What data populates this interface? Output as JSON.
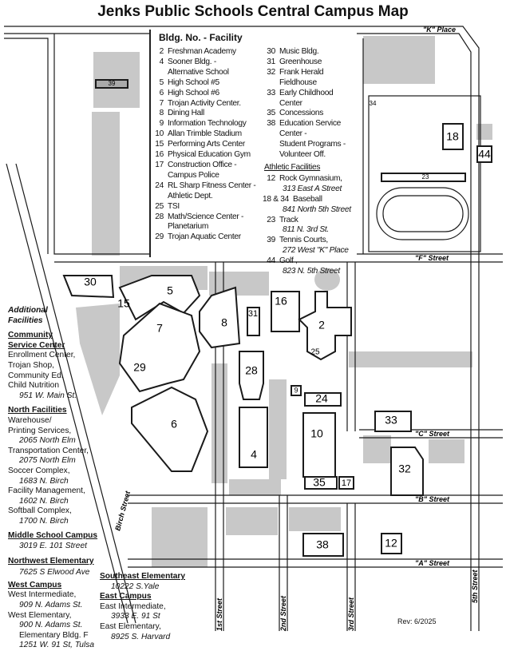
{
  "title": "Jenks Public Schools Central Campus Map",
  "legend": {
    "heading": "Bldg. No. - Facility",
    "left": [
      {
        "n": "2",
        "t": "Freshman Academy"
      },
      {
        "n": "4",
        "t": "Sooner Bldg. -",
        "t2": "Alternative School"
      },
      {
        "n": "5",
        "t": "High School #5"
      },
      {
        "n": "6",
        "t": "High School #6"
      },
      {
        "n": "7",
        "t": "Trojan Activity Center."
      },
      {
        "n": "8",
        "t": "Dining Hall"
      },
      {
        "n": "9",
        "t": "Information Technology"
      },
      {
        "n": "10",
        "t": "Allan Trimble Stadium"
      },
      {
        "n": "15",
        "t": "Performing Arts Center"
      },
      {
        "n": "16",
        "t": "Physical Education Gym"
      },
      {
        "n": "17",
        "t": "Construction Office -",
        "t2": "Campus Police"
      },
      {
        "n": "24",
        "t": "RL Sharp Fitness Center -",
        "t2": "Athletic Dept."
      },
      {
        "n": "25",
        "t": "TSI"
      },
      {
        "n": "28",
        "t": "Math/Science Center -",
        "t2": "Planetarium"
      },
      {
        "n": "29",
        "t": "Trojan Aquatic Center"
      }
    ],
    "right": [
      {
        "n": "30",
        "t": "Music Bldg."
      },
      {
        "n": "31",
        "t": "Greenhouse"
      },
      {
        "n": "32",
        "t": "Frank Herald Fieldhouse"
      },
      {
        "n": "33",
        "t": "Early Childhood Center"
      },
      {
        "n": "35",
        "t": "Concessions"
      },
      {
        "n": "38",
        "t": "Education Service Center -",
        "t2": "Student Programs -",
        "t3": "Volunteer Off."
      }
    ],
    "athletic_heading": "Athletic Facilities",
    "athletic": [
      {
        "n": "12",
        "t": "Rock Gymnasium,",
        "addr": "313 East A Street"
      },
      {
        "n": "18 & 34",
        "t": "Baseball",
        "addr": "841 North 5th Street"
      },
      {
        "n": "23",
        "t": "Track",
        "addr": "811 N. 3rd St."
      },
      {
        "n": "39",
        "t": "Tennis Courts,",
        "addr": "272 West \"K\" Place"
      },
      {
        "n": "44",
        "t": "Golf ,",
        "addr": "823 N. 5th Street"
      }
    ]
  },
  "streets": {
    "k": "\"K\" Place",
    "f": "\"F\" Street",
    "c": "\"C\" Street",
    "b": "\"B\" Street",
    "a": "\"A\" Street",
    "first": "1st Street",
    "second": "2nd Street",
    "third": "3rd Street",
    "fifth": "5th Street",
    "birch": "Birch Street"
  },
  "buildings": {
    "b30": "30",
    "b5": "5",
    "b15": "15",
    "b7": "7",
    "b29": "29",
    "b6": "6",
    "b8": "8",
    "b31": "31",
    "b16": "16",
    "b2": "2",
    "b25": "25",
    "b28": "28",
    "b9": "9",
    "b24": "24",
    "b10": "10",
    "b4": "4",
    "b35": "35",
    "b17": "17",
    "b33": "33",
    "b32": "32",
    "b12": "12",
    "b38": "38",
    "b18": "18",
    "b44": "44",
    "b34": "34",
    "b23": "23",
    "b39": "39"
  },
  "additional": {
    "heading1": "Additional",
    "heading2": "Facilities",
    "csc_h1": "Community",
    "csc_h2": "Service Center",
    "csc": [
      "Enrollment Center,",
      "Trojan Shop,",
      "Community Ed.",
      "Child Nutrition"
    ],
    "csc_addr": "951 W. Main St.",
    "north_h": "North Facilities",
    "north": [
      {
        "t": "Warehouse/"
      },
      {
        "t": "Printing Services,",
        "a": "2065 North Elm"
      },
      {
        "t": "Transportation Center,",
        "a": "2075 North Elm"
      },
      {
        "t": "Soccer Complex,",
        "a": "1683 N. Birch"
      },
      {
        "t": "Facility Management,",
        "a": "1602 N. Birch"
      },
      {
        "t": "Softball Complex,",
        "a": "1700 N. Birch"
      }
    ],
    "ms_h": "Middle School Campus",
    "ms_a": "3019 E. 101 Street",
    "nw_h": "Northwest Elementary",
    "nw_a": "7625 S Elwood Ave",
    "west_h": "West Campus",
    "west1": "West Intermediate,",
    "west1_a": "909 N. Adams St.",
    "west2": "West Elementary,",
    "west2_a": "900 N. Adams St.",
    "west3": "Elementary Bldg. F",
    "west3_a": "1251 W. 91 St, Tulsa",
    "se_h": "Southeast Elementary",
    "se_a": "10222 S.Yale",
    "east_h": "East Campus",
    "east1": "East Intermediate,",
    "east1_a": "3933 E. 91 St",
    "east2": "East Elementary,",
    "east2_a": "8925 S. Harvard"
  },
  "revision": "Rev: 6/2025",
  "colors": {
    "gray": "#c8c8c8",
    "line": "#1a1a1a"
  }
}
